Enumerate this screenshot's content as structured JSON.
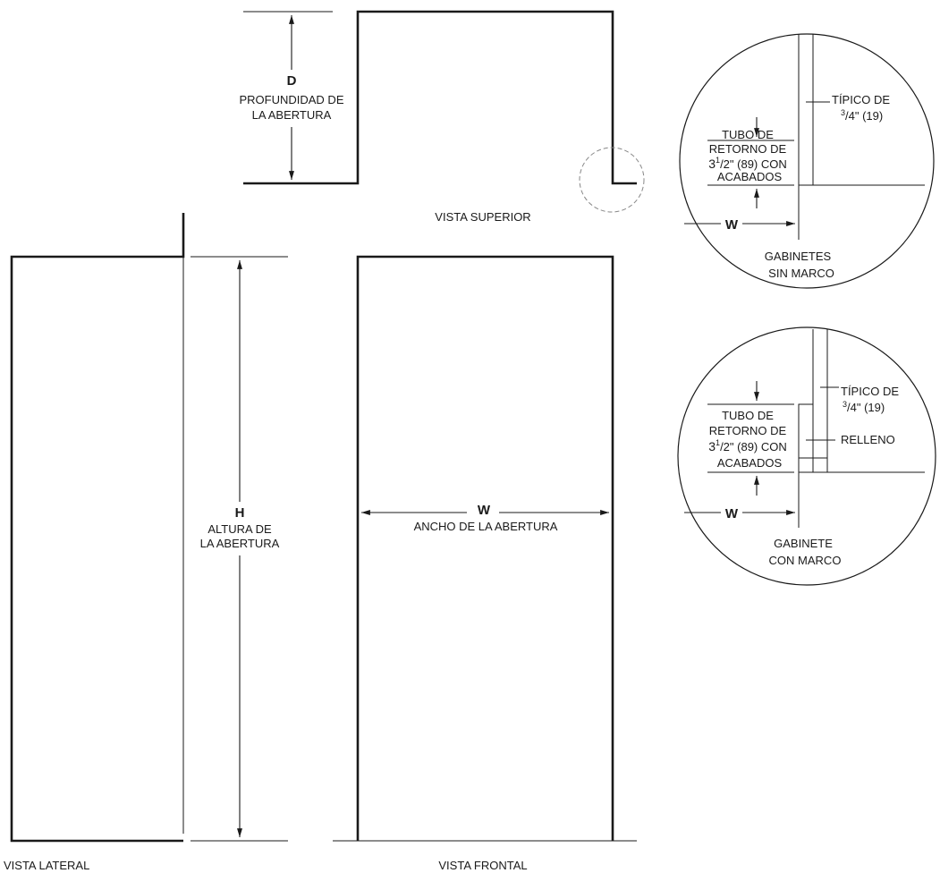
{
  "top_view": {
    "dim_letter": "D",
    "dim_line1": "PROFUNDIDAD DE",
    "dim_line2": "LA ABERTURA",
    "caption": "VISTA SUPERIOR"
  },
  "side_view": {
    "dim_letter": "H",
    "dim_line1": "ALTURA DE",
    "dim_line2": "LA ABERTURA",
    "caption": "VISTA LATERAL"
  },
  "front_view": {
    "dim_letter": "W",
    "dim_line1": "ANCHO DE LA ABERTURA",
    "caption": "VISTA FRONTAL"
  },
  "detail_frameless": {
    "typical_line1": "TÍPICO DE",
    "typical_sup": "3",
    "typical_line2": "/4\" (19)",
    "tube_line1": "TUBO DE",
    "tube_line2": "RETORNO DE",
    "tube_whole": "3",
    "tube_sup": "1",
    "tube_rest": "/2\" (89) CON",
    "tube_line4": "ACABADOS",
    "w_label": "W",
    "caption_line1": "GABINETES",
    "caption_line2": "SIN MARCO"
  },
  "detail_framed": {
    "typical_line1": "TÍPICO DE",
    "typical_sup": "3",
    "typical_line2": "/4\" (19)",
    "filler_label": "RELLENO",
    "tube_line1": "TUBO DE",
    "tube_line2": "RETORNO DE",
    "tube_whole": "3",
    "tube_sup": "1",
    "tube_rest": "/2\" (89) CON",
    "tube_line4": "ACABADOS",
    "w_label": "W",
    "caption_line1": "GABINETE",
    "caption_line2": "CON MARCO"
  }
}
